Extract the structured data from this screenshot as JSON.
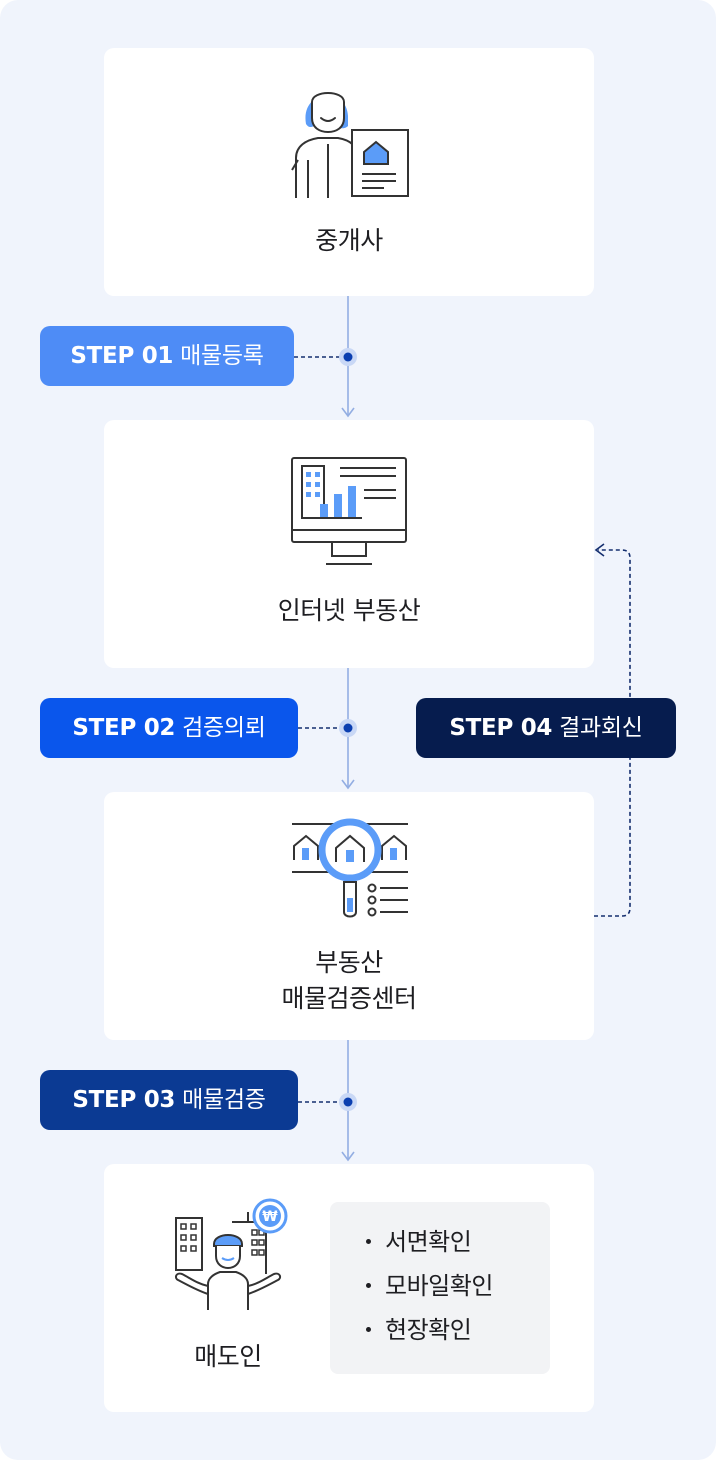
{
  "nodes": {
    "broker": {
      "title": "중개사",
      "icon": "agent-with-house-document-icon"
    },
    "portal": {
      "title": "인터넷 부동산",
      "icon": "monitor-building-chart-icon"
    },
    "center": {
      "title_line1": "부동산",
      "title_line2": "매물검증센터",
      "icon": "houses-magnifier-checklist-icon"
    },
    "seller": {
      "title": "매도인",
      "icon": "seller-with-won-coin-icon",
      "checks": [
        "서면확인",
        "모바일확인",
        "현장확인"
      ]
    }
  },
  "steps": [
    {
      "num": "STEP 01",
      "label": "매물등록",
      "color": "#4e8cf6"
    },
    {
      "num": "STEP 02",
      "label": "검증의뢰",
      "color": "#0a56ec"
    },
    {
      "num": "STEP 03",
      "label": "매물검증",
      "color": "#0b3a93"
    },
    {
      "num": "STEP 04",
      "label": "결과회신",
      "color": "#061c4e"
    }
  ],
  "colors": {
    "background": "#f0f4fc",
    "card": "#ffffff",
    "connector": "#93aee2",
    "dashed": "#142e6e",
    "icon_accent": "#5b9cf8",
    "icon_line": "#333333"
  }
}
